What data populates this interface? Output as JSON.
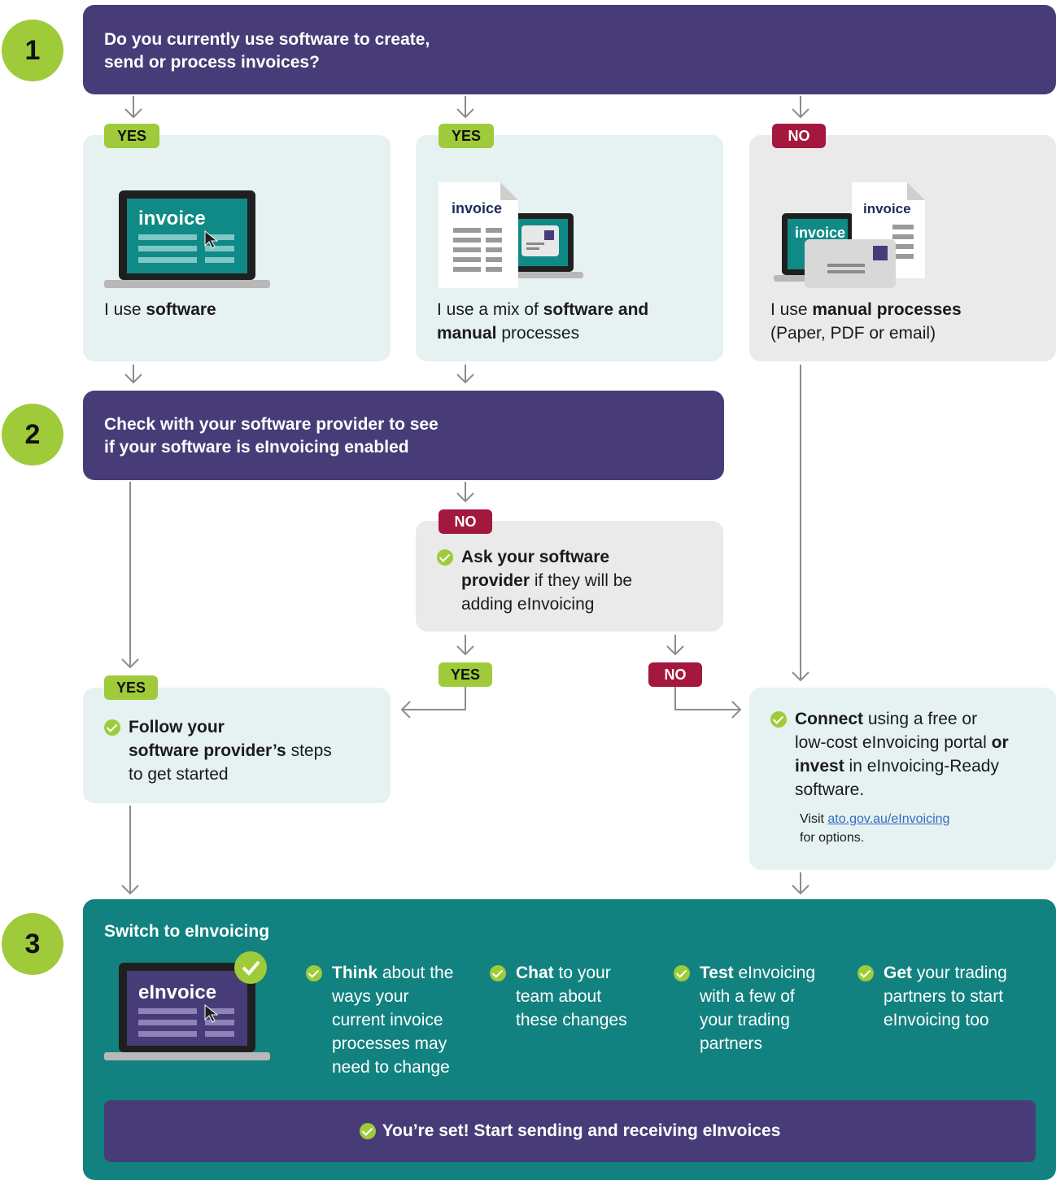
{
  "steps": {
    "one": "1",
    "two": "2",
    "three": "3"
  },
  "question": {
    "line1": "Do you currently use software to create,",
    "line2": "send or process invoices?"
  },
  "badges": {
    "yes": "YES",
    "no": "NO"
  },
  "illustrations": {
    "invoice_word": "invoice",
    "einvoice_word": "eInvoice"
  },
  "option_software": {
    "pre": "I use ",
    "bold": "software"
  },
  "option_mix": {
    "pre": "I use a mix of ",
    "bold1": "software and",
    "bold2": "manual",
    "post": " processes"
  },
  "option_manual": {
    "pre": "I use ",
    "bold": "manual processes",
    "line2": "(Paper, PDF or email)"
  },
  "check_provider": {
    "line1": "Check with your software provider to see",
    "line2": "if your software is eInvoicing enabled"
  },
  "ask_provider": {
    "bold1": "Ask your software",
    "bold2": "provider",
    "rest1": " if they will be",
    "line3": "adding eInvoicing"
  },
  "follow_provider": {
    "bold1": "Follow your",
    "bold2": "software provider’s",
    "rest": " steps",
    "line3": "to get started"
  },
  "connect": {
    "bold1": "Connect",
    "rest1": " using a free or",
    "line2a": "low-cost eInvoicing portal ",
    "bold2": "or",
    "bold3": "invest",
    "rest3": " in eInvoicing-Ready",
    "line4": "software.",
    "visit": "Visit ",
    "link": "ato.gov.au/eInvoicing",
    "options": "for options."
  },
  "switch": {
    "title": "Switch to eInvoicing",
    "tips": [
      {
        "bold": "Think",
        "rest": " about the ways your current invoice processes may need to change"
      },
      {
        "bold": "Chat",
        "rest": " to your team about these changes"
      },
      {
        "bold": "Test",
        "rest": " eInvoicing with a few of your trading partners"
      },
      {
        "bold": "Get",
        "rest": " your trading partners to start eInvoicing too"
      }
    ],
    "final": "You’re set! Start sending and receiving eInvoices"
  },
  "colors": {
    "purple": "#483c78",
    "green": "#9fcb3a",
    "red": "#a4173e",
    "teal": "#11827f",
    "light_card": "#e6f1f1",
    "grey_card": "#eaeaea"
  }
}
